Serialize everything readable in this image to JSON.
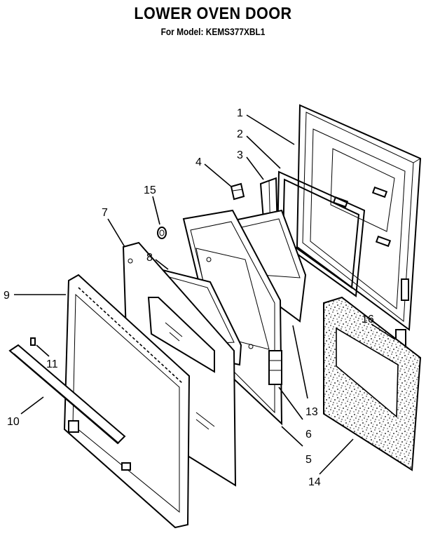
{
  "header": {
    "title": "LOWER OVEN DOOR",
    "subtitle": "For Model: KEMS377XBL1"
  },
  "callouts": {
    "c1": "1",
    "c2": "2",
    "c3": "3",
    "c4": "4",
    "c5": "5",
    "c6": "6",
    "c7": "7",
    "c8": "8",
    "c9": "9",
    "c10": "10",
    "c11": "11",
    "c13": "13",
    "c14": "14",
    "c15": "15",
    "c16": "16"
  }
}
